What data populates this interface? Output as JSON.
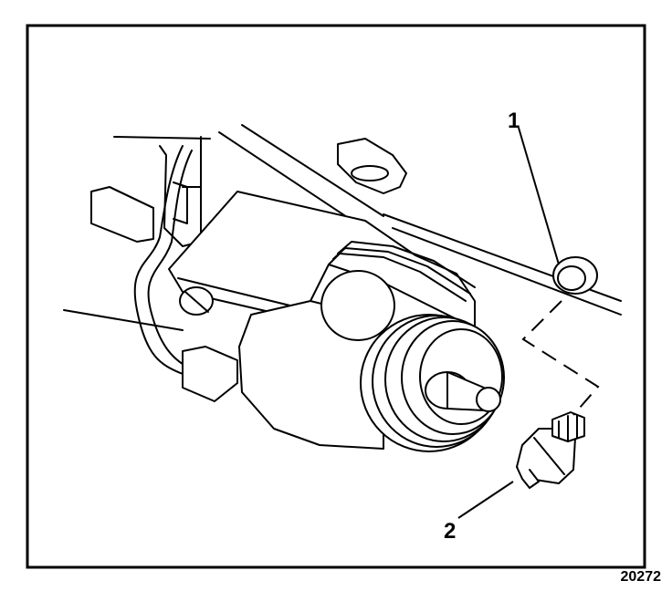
{
  "illustration": {
    "callouts": [
      {
        "label": "1",
        "target": "port-seal-washer"
      },
      {
        "label": "2",
        "target": "fitting-with-thread"
      }
    ],
    "figure_id": "20272",
    "colors": {
      "line": "#000000",
      "background": "#ffffff"
    }
  }
}
